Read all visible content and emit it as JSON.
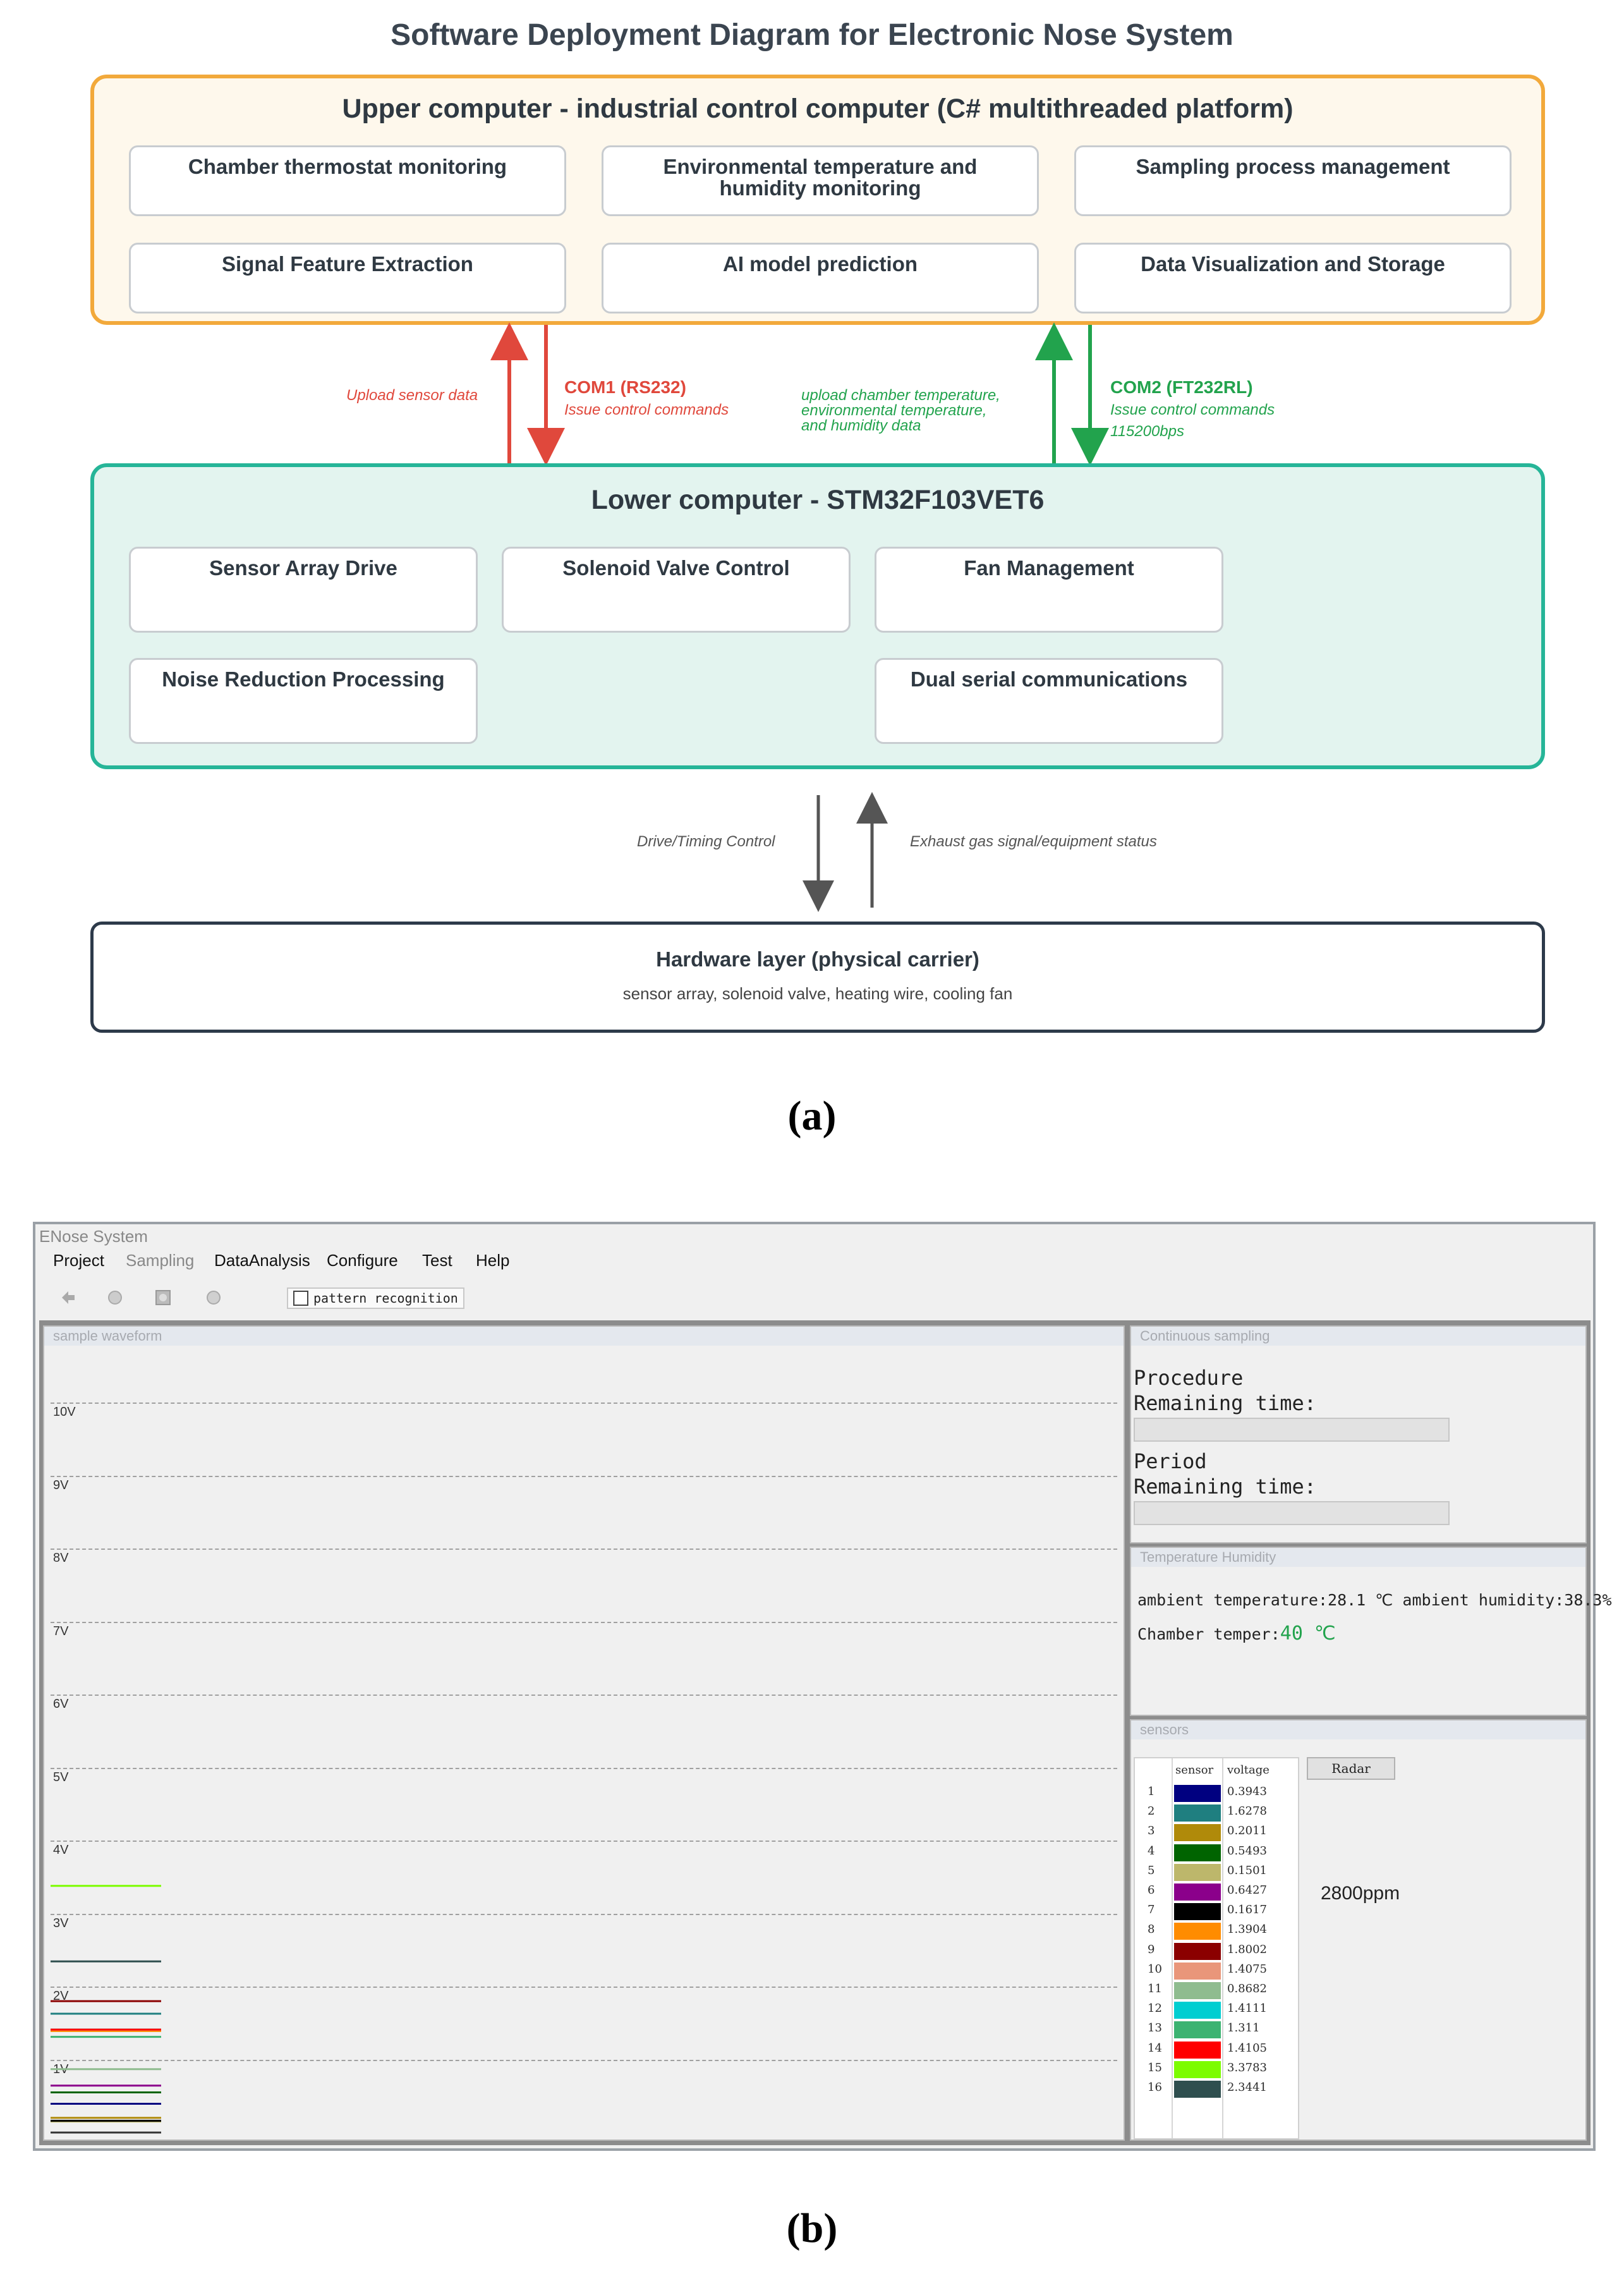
{
  "diagram_a": {
    "title": "Software Deployment Diagram for Electronic Nose System",
    "upper": {
      "title": "Upper computer - industrial control computer (C# multithreaded platform)",
      "modules": [
        {
          "label": "Chamber thermostat monitoring"
        },
        {
          "label": "Environmental temperature and humidity monitoring"
        },
        {
          "label": "Sampling process management"
        },
        {
          "label": "Signal Feature Extraction"
        },
        {
          "label": "AI model prediction"
        },
        {
          "label": "Data Visualization and Storage"
        }
      ]
    },
    "links_top": {
      "left_up_label": "Upload sensor data",
      "com1_title": "COM1 (RS232)",
      "com1_label": "Issue control commands",
      "right_up_label_1": "upload chamber temperature,",
      "right_up_label_2": "environmental temperature,",
      "right_up_label_3": "and humidity data",
      "com2_title": "COM2 (FT232RL)",
      "com2_label_1": "Issue control commands",
      "com2_label_2": "115200bps"
    },
    "lower": {
      "title": "Lower computer - STM32F103VET6",
      "modules": [
        {
          "label": "Sensor Array Drive"
        },
        {
          "label": "Solenoid Valve Control"
        },
        {
          "label": "Fan Management"
        },
        {
          "label": "Noise Reduction Processing"
        },
        {
          "label": "Dual serial communications"
        }
      ]
    },
    "links_bottom": {
      "down_label": "Drive/Timing Control",
      "up_label": "Exhaust gas signal/equipment status"
    },
    "hardware": {
      "title": "Hardware layer (physical carrier)",
      "subtitle": "sensor array, solenoid valve, heating wire, cooling fan"
    },
    "colors": {
      "orange": "#f2a93b",
      "teal": "#26b598",
      "red": "#e0483c",
      "green": "#22a34d",
      "dark": "#2d3a4a"
    },
    "caption": "(a)"
  },
  "screenshot_b": {
    "window_title": "ENose System",
    "menu": [
      "Project",
      "Sampling",
      "DataAnalysis",
      "Configure",
      "Test",
      "Help"
    ],
    "toolbar_icons": [
      "play-icon",
      "stop-icon",
      "record-icon",
      "cancel-icon"
    ],
    "pattern_recognition": "pattern recognition",
    "waveform": {
      "header": "sample waveform",
      "labels": [
        "10V",
        "9V",
        "8V",
        "7V",
        "6V",
        "5V",
        "4V",
        "3V",
        "2V",
        "1V"
      ]
    },
    "continuous": {
      "header": "Continuous sampling",
      "procedure": "Procedure",
      "remaining1": "Remaining time:",
      "period": "Period",
      "remaining2": "Remaining time:"
    },
    "temp_humidity": {
      "header": "Temperature Humidity",
      "ambient": "ambient temperature:28.1 ℃ ambient humidity:38.3%",
      "chamber_label": "Chamber temper:",
      "chamber_value": "40 ℃"
    },
    "sensors": {
      "header": "sensors",
      "col_sensor": "sensor",
      "col_voltage": "voltage",
      "radar": "Radar",
      "ppm": "2800ppm",
      "rows": [
        {
          "id": "1",
          "color": "#000080",
          "voltage": "0.3943"
        },
        {
          "id": "2",
          "color": "#1f7f80",
          "voltage": "1.6278"
        },
        {
          "id": "3",
          "color": "#b08a0a",
          "voltage": "0.2011"
        },
        {
          "id": "4",
          "color": "#006400",
          "voltage": "0.5493"
        },
        {
          "id": "5",
          "color": "#bdb76b",
          "voltage": "0.1501"
        },
        {
          "id": "6",
          "color": "#8b008b",
          "voltage": "0.6427"
        },
        {
          "id": "7",
          "color": "#000000",
          "voltage": "0.1617"
        },
        {
          "id": "8",
          "color": "#ff8c00",
          "voltage": "1.3904"
        },
        {
          "id": "9",
          "color": "#8b0000",
          "voltage": "1.8002"
        },
        {
          "id": "10",
          "color": "#e9967a",
          "voltage": "1.4075"
        },
        {
          "id": "11",
          "color": "#8fbc8f",
          "voltage": "0.8682"
        },
        {
          "id": "12",
          "color": "#00ced1",
          "voltage": "1.4111"
        },
        {
          "id": "13",
          "color": "#3cb371",
          "voltage": "1.311"
        },
        {
          "id": "14",
          "color": "#ff0000",
          "voltage": "1.4105"
        },
        {
          "id": "15",
          "color": "#7cfc00",
          "voltage": "3.3783"
        },
        {
          "id": "16",
          "color": "#2f4f4f",
          "voltage": "2.3441"
        }
      ]
    },
    "caption": "(b)"
  }
}
